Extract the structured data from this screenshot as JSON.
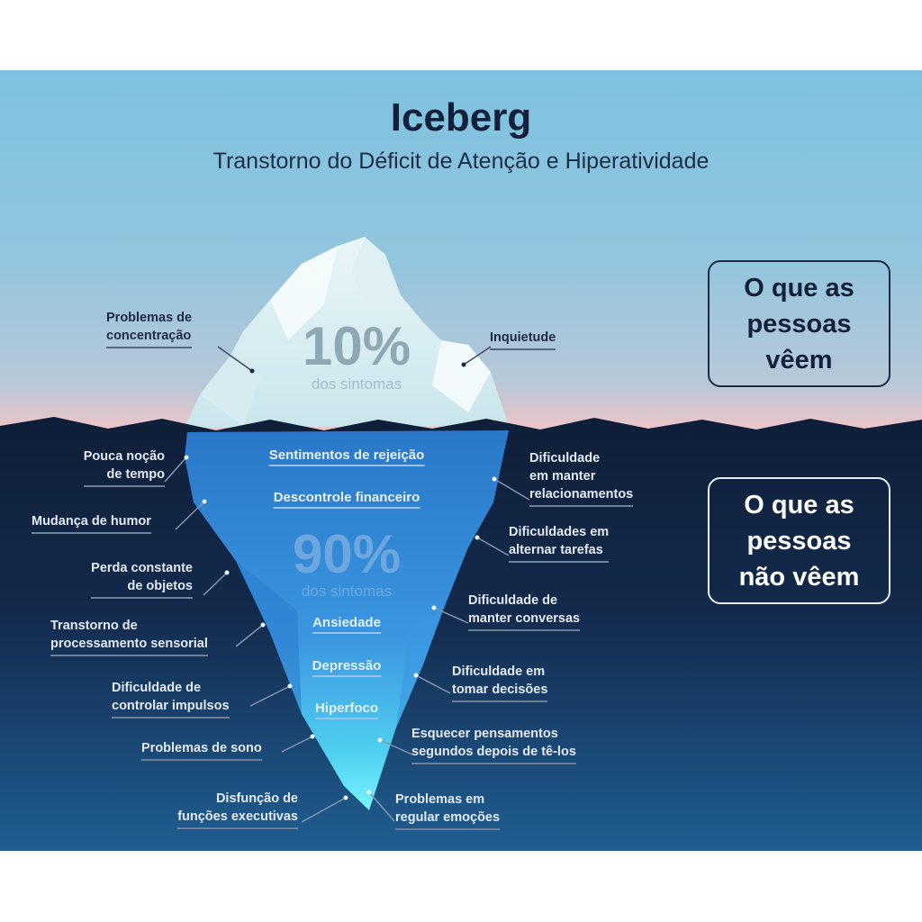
{
  "header": {
    "title": "Iceberg",
    "subtitle": "Transtorno do Déficit de Atenção e Hiperatividade"
  },
  "tip": {
    "percent": "10%",
    "caption": "dos sintomas",
    "labels": [
      "Problemas de\nconcentração",
      "Inquietude"
    ]
  },
  "submerged": {
    "percent": "90%",
    "caption": "dos sintomas",
    "center_items": [
      "Sentimentos de rejeição",
      "Descontrole financeiro",
      "Ansiedade",
      "Depressão",
      "Hiperfoco"
    ],
    "left_labels": [
      "Pouca noção\nde tempo",
      "Mudança de humor",
      "Perda constante\nde objetos",
      "Transtorno de\nprocessamento sensorial",
      "Dificuldade de\ncontrolar impulsos",
      "Problemas de sono",
      "Disfunção de\nfunções executivas"
    ],
    "right_labels": [
      "Dificuldade\nem manter\nrelacionamentos",
      "Dificuldades em\nalternar tarefas",
      "Dificuldade de\nmanter conversas",
      "Dificuldade em\ntomar decisões",
      "Esquecer pensamentos\nsegundos depois de tê-los",
      "Problemas em\nregular emoções"
    ]
  },
  "boxes": {
    "seen": "O que as\npessoas\nvêem",
    "unseen": "O que as\npessoas\nnão vêem"
  },
  "colors": {
    "sky_top": "#7cc2e0",
    "horizon": "#f0c8c8",
    "water_top": "#0f1e38",
    "water_bottom": "#1f5e92",
    "ice_underwater": "#2f86d6",
    "text_dark": "#13203a"
  }
}
